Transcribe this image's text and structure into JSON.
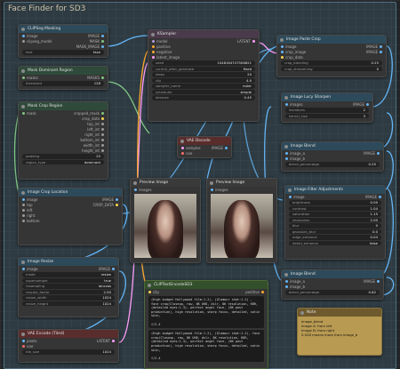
{
  "workspace": {
    "title": "Face Finder for SD3"
  },
  "colors": {
    "image": "#64b5f6",
    "mask": "#81c784",
    "model": "#b39ddb",
    "latent": "#ff9cf9",
    "conditioning": "#ffa931",
    "vae": "#ff6e6e",
    "string": "#77ff77",
    "int": "#9a9a9a"
  },
  "nodes": {
    "clipseg": {
      "title": "CLIPSeg Masking",
      "inputs": [
        "image",
        "clipseg_model"
      ],
      "outputs": [
        "IMAGE",
        "MASK",
        "MASK_IMAGE"
      ],
      "widgets": [
        {
          "label": "text",
          "value": "face"
        }
      ]
    },
    "mask_dominant": {
      "title": "Mask Dominant Region",
      "inputs": [
        "masks"
      ],
      "outputs": [
        "MASKS"
      ],
      "widgets": [
        {
          "label": "threshold",
          "value": "128"
        }
      ]
    },
    "mask_crop": {
      "title": "Mask Crop Region",
      "inputs": [
        "mask"
      ],
      "outputs": [
        "cropped_mask",
        "crop_data",
        "top_int",
        "left_int",
        "right_int",
        "bottom_int",
        "width_int",
        "height_int"
      ],
      "widgets": [
        {
          "label": "padding",
          "value": "25"
        },
        {
          "label": "region_type",
          "value": "dominant"
        }
      ]
    },
    "crop_location": {
      "title": "Image Crop Location",
      "inputs": [
        "image",
        "top",
        "left",
        "right",
        "bottom"
      ],
      "outputs": [
        "IMAGE",
        "CROP_DATA"
      ],
      "widgets": []
    },
    "image_resize": {
      "title": "Image Resize",
      "inputs": [
        "image"
      ],
      "outputs": [
        "IMAGE"
      ],
      "widgets": [
        {
          "label": "mode",
          "value": "resize"
        },
        {
          "label": "supersample",
          "value": "true"
        },
        {
          "label": "resampling",
          "value": "lanczos"
        },
        {
          "label": "rescale_factor",
          "value": "2.00"
        },
        {
          "label": "resize_width",
          "value": "1024"
        },
        {
          "label": "resize_height",
          "value": "1024"
        }
      ]
    },
    "vae_encode": {
      "title": "VAE Encode (Tiled)",
      "inputs": [
        "pixels",
        "vae"
      ],
      "outputs": [
        "LATENT"
      ],
      "widgets": [
        {
          "label": "tile_size",
          "value": "1024"
        }
      ]
    },
    "ksampler": {
      "title": "KSampler",
      "inputs": [
        "model",
        "positive",
        "negative",
        "latent_image"
      ],
      "outputs": [
        "LATENT"
      ],
      "widgets": [
        {
          "label": "seed",
          "value": "1048184747508821"
        },
        {
          "label": "control_after_generate",
          "value": "fixed"
        },
        {
          "label": "steps",
          "value": "20"
        },
        {
          "label": "cfg",
          "value": "4.0"
        },
        {
          "label": "sampler_name",
          "value": "euler"
        },
        {
          "label": "scheduler",
          "value": "simple"
        },
        {
          "label": "denoise",
          "value": "0.45"
        }
      ]
    },
    "vae_decode": {
      "title": "VAE Decode",
      "inputs": [
        "samples",
        "vae"
      ],
      "outputs": [
        "IMAGE"
      ]
    },
    "preview1": {
      "title": "Preview Image",
      "inputs": [
        "images"
      ]
    },
    "preview2": {
      "title": "Preview Image",
      "inputs": [
        "images"
      ]
    },
    "paste_crop": {
      "title": "Image Paste Crop",
      "inputs": [
        "image",
        "crop_image",
        "crop_data"
      ],
      "outputs": [
        "IMAGE",
        "IMAGE"
      ],
      "widgets": [
        {
          "label": "crop_blending",
          "value": "0.25"
        },
        {
          "label": "crop_sharpening",
          "value": "0"
        }
      ]
    },
    "lucy_sharpen": {
      "title": "Image Lucy Sharpen",
      "inputs": [
        "images"
      ],
      "outputs": [
        "IMAGE"
      ],
      "widgets": [
        {
          "label": "iterations",
          "value": "2"
        },
        {
          "label": "kernel_size",
          "value": "3"
        }
      ]
    },
    "blend1": {
      "title": "Image Blend",
      "inputs": [
        "image_a",
        "image_b"
      ],
      "outputs": [
        "IMAGE"
      ],
      "widgets": [
        {
          "label": "blend_percentage",
          "value": "0.25"
        }
      ]
    },
    "filter_adj": {
      "title": "Image Filter Adjustments",
      "inputs": [
        "image"
      ],
      "outputs": [
        "IMAGE"
      ],
      "widgets": [
        {
          "label": "brightness",
          "value": "0.00"
        },
        {
          "label": "contrast",
          "value": "1.04"
        },
        {
          "label": "saturation",
          "value": "1.15"
        },
        {
          "label": "sharpness",
          "value": "2.00"
        },
        {
          "label": "blur",
          "value": "0"
        },
        {
          "label": "gaussian_blur",
          "value": "0.0"
        },
        {
          "label": "edge_enhance",
          "value": "0.04"
        },
        {
          "label": "detail_enhance",
          "value": "false"
        }
      ]
    },
    "blend2": {
      "title": "Image Blend",
      "inputs": [
        "image_a",
        "image_b"
      ],
      "outputs": [
        "IMAGE"
      ],
      "widgets": [
        {
          "label": "blend_percentage",
          "value": "0.82"
        }
      ]
    },
    "clip_encode": {
      "title": "CLIPTextEncodeSD3",
      "inputs": [
        "clip"
      ],
      "outputs": [
        "positive"
      ],
      "text1": "(High budget Hollywood film:1.2), (Glamour shot:1.2) , face crop(Closeup, raw, 8K UHD, dslr, 8K resolution, HDR, (detailed eyes:1.3), perfect angel face, (8K post production), high resolution, sharp focus, detailed, satin skin,",
      "val1": "f/2.4",
      "text2": "(High budget Hollywood film:1.2), (Glamour shot:1.2), face crop(Closeup, raw, 8K UHD, dslr, 8K resolution, HDR, (detailed eyes:1.3), perfect angel face, (8K post production), high resolution, sharp focus, detailed, satin skin,",
      "val2": "f/2.4"
    },
    "note": {
      "title": "Note",
      "text": "image_blend\nImage A: from left\nImage B: from right\n0.028 means more from image_b"
    }
  }
}
